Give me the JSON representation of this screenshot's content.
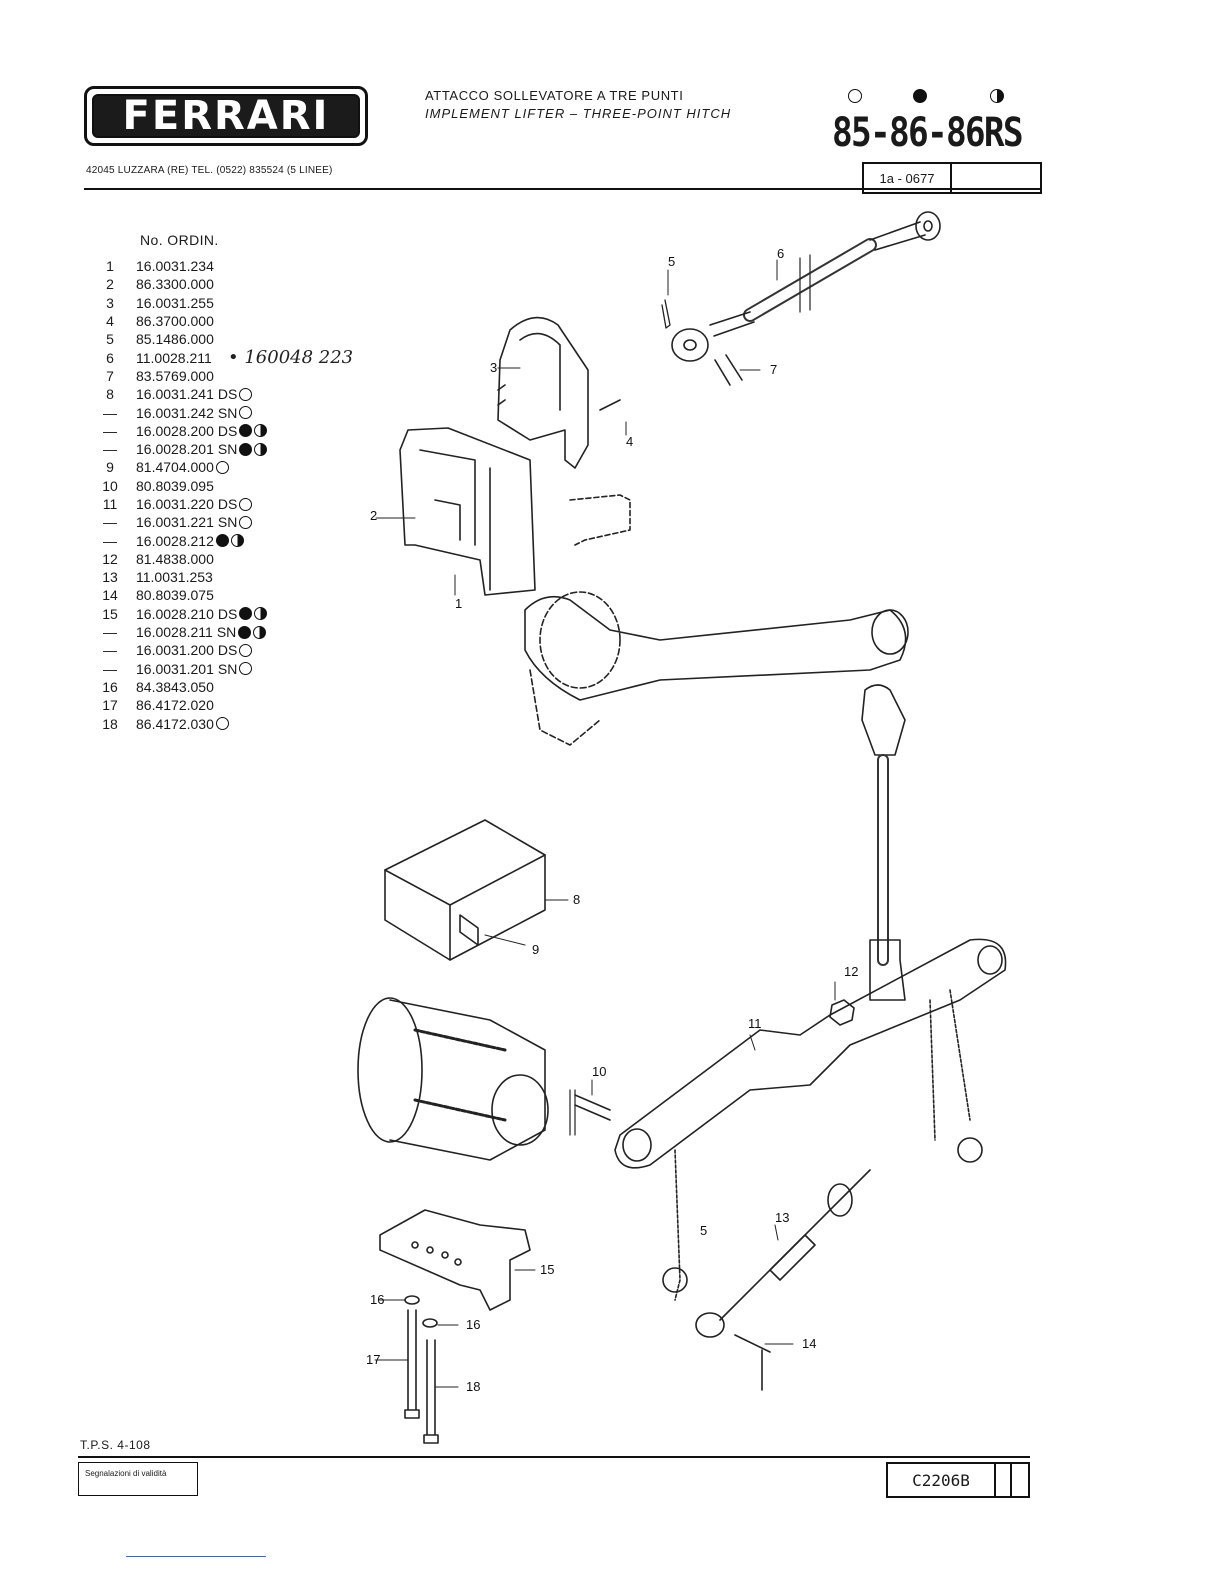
{
  "header": {
    "brand": "FERRARI",
    "address": "42045 LUZZARA (RE)    TEL. (0522) 835524 (5 LINEE)",
    "title_it": "ATTACCO SOLLEVATORE A TRE PUNTI",
    "title_en": "IMPLEMENT LIFTER – THREE-POINT HITCH",
    "models": "85-86-86RS",
    "sheet_code": "1a - 0677"
  },
  "parts_list": {
    "header": "No. ORDIN.",
    "rows": [
      {
        "n": "1",
        "code": "16.0031.234",
        "suffix": "",
        "sym": []
      },
      {
        "n": "2",
        "code": "86.3300.000",
        "suffix": "",
        "sym": []
      },
      {
        "n": "3",
        "code": "16.0031.255",
        "suffix": "",
        "sym": []
      },
      {
        "n": "4",
        "code": "86.3700.000",
        "suffix": "",
        "sym": []
      },
      {
        "n": "5",
        "code": "85.1486.000",
        "suffix": "",
        "sym": []
      },
      {
        "n": "6",
        "code": "11.0028.211",
        "suffix": "",
        "sym": []
      },
      {
        "n": "7",
        "code": "83.5769.000",
        "suffix": "",
        "sym": []
      },
      {
        "n": "8",
        "code": "16.0031.241",
        "suffix": "DS",
        "sym": [
          "open"
        ]
      },
      {
        "n": "—",
        "code": "16.0031.242",
        "suffix": "SN",
        "sym": [
          "open"
        ]
      },
      {
        "n": "—",
        "code": "16.0028.200",
        "suffix": "DS",
        "sym": [
          "full",
          "half"
        ]
      },
      {
        "n": "—",
        "code": "16.0028.201",
        "suffix": "SN",
        "sym": [
          "full",
          "half"
        ]
      },
      {
        "n": "9",
        "code": "81.4704.000",
        "suffix": "",
        "sym": [
          "open"
        ]
      },
      {
        "n": "10",
        "code": "80.8039.095",
        "suffix": "",
        "sym": []
      },
      {
        "n": "11",
        "code": "16.0031.220",
        "suffix": "DS",
        "sym": [
          "open"
        ]
      },
      {
        "n": "—",
        "code": "16.0031.221",
        "suffix": "SN",
        "sym": [
          "open"
        ]
      },
      {
        "n": "—",
        "code": "16.0028.212",
        "suffix": "",
        "sym": [
          "full",
          "half"
        ]
      },
      {
        "n": "12",
        "code": "81.4838.000",
        "suffix": "",
        "sym": []
      },
      {
        "n": "13",
        "code": "11.0031.253",
        "suffix": "",
        "sym": []
      },
      {
        "n": "14",
        "code": "80.8039.075",
        "suffix": "",
        "sym": []
      },
      {
        "n": "15",
        "code": "16.0028.210",
        "suffix": "DS",
        "sym": [
          "full",
          "half"
        ]
      },
      {
        "n": "—",
        "code": "16.0028.211",
        "suffix": "SN",
        "sym": [
          "full",
          "half"
        ]
      },
      {
        "n": "—",
        "code": "16.0031.200",
        "suffix": "DS",
        "sym": [
          "open"
        ]
      },
      {
        "n": "—",
        "code": "16.0031.201",
        "suffix": "SN",
        "sym": [
          "open"
        ]
      },
      {
        "n": "16",
        "code": "84.3843.050",
        "suffix": "",
        "sym": []
      },
      {
        "n": "17",
        "code": "86.4172.020",
        "suffix": "",
        "sym": []
      },
      {
        "n": "18",
        "code": "86.4172.030",
        "suffix": "",
        "sym": [
          "open"
        ]
      }
    ],
    "handwritten_note": "• 160048 223"
  },
  "drawing": {
    "callouts": [
      "1",
      "2",
      "3",
      "4",
      "5",
      "6",
      "7",
      "8",
      "9",
      "10",
      "11",
      "12",
      "13",
      "14",
      "15",
      "16",
      "16",
      "17",
      "18",
      "5"
    ]
  },
  "footer": {
    "tps": "T.P.S. 4-108",
    "validity_label": "Segnalazioni di validità",
    "drawing_code": "C2206B"
  }
}
